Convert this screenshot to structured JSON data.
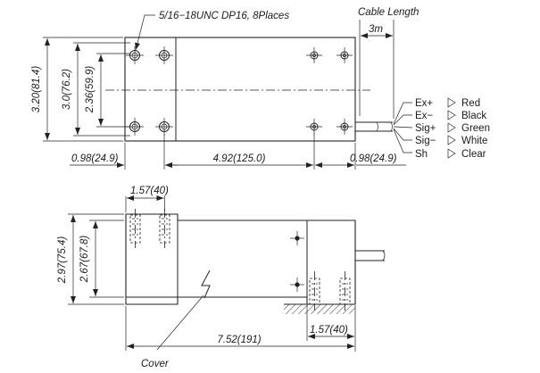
{
  "top_view": {
    "thread_note": "5/16−18UNC DP16, 8Places",
    "cable_length_label": "Cable Length",
    "cable_length_value": "3m",
    "dim_height_overall": "3.20(81.4)",
    "dim_height_holes": "3.0(76.2)",
    "dim_height_inner": "2.36(59.9)",
    "dim_left_offset": "0.98(24.9)",
    "dim_hole_spacing": "4.92(125.0)",
    "dim_right_offset": "0.98(24.9)"
  },
  "wiring": [
    {
      "signal": "Ex+",
      "color": "Red"
    },
    {
      "signal": "Ex−",
      "color": "Black"
    },
    {
      "signal": "Sig+",
      "color": "Green"
    },
    {
      "signal": "Sig−",
      "color": "White"
    },
    {
      "signal": "Sh",
      "color": "Clear"
    }
  ],
  "side_view": {
    "dim_top_hole_offset": "1.57(40)",
    "dim_height_overall": "2.97(75.4)",
    "dim_height_body": "2.67(67.8)",
    "dim_bottom_hole_offset": "1.57(40)",
    "dim_length_overall": "7.52(191)",
    "cover_label": "Cover"
  }
}
